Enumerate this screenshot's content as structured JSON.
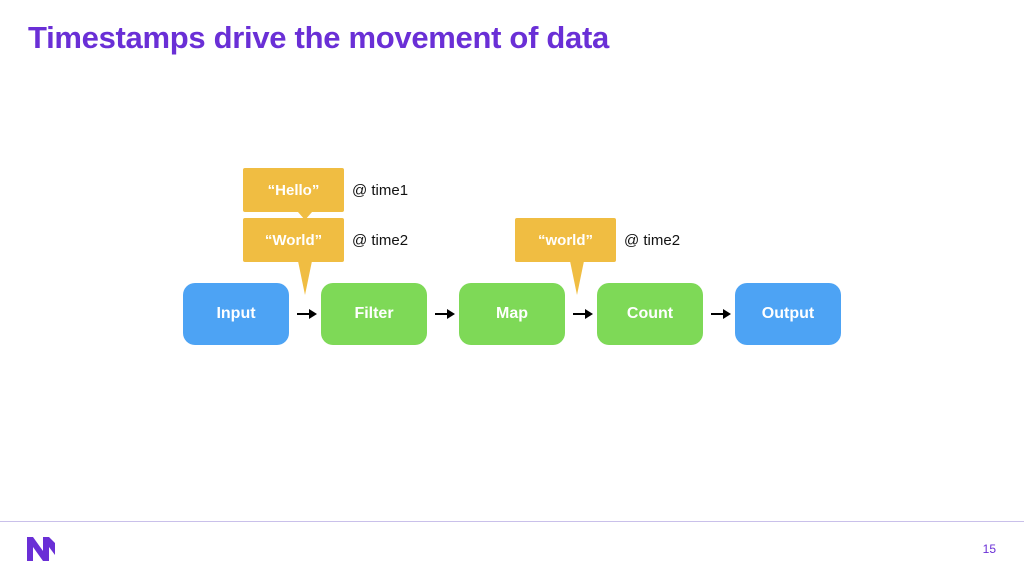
{
  "slide": {
    "title": "Timestamps drive the movement of data",
    "page_number": "15"
  },
  "pipeline": {
    "nodes": [
      {
        "label": "Input",
        "color": "#4da3f4"
      },
      {
        "label": "Filter",
        "color": "#7ed957"
      },
      {
        "label": "Map",
        "color": "#7ed957"
      },
      {
        "label": "Count",
        "color": "#7ed957"
      },
      {
        "label": "Output",
        "color": "#4da3f4"
      }
    ]
  },
  "messages": [
    {
      "text": "“Hello”",
      "timestamp": "@ time1"
    },
    {
      "text": "“World”",
      "timestamp": "@ time2"
    },
    {
      "text": "“world”",
      "timestamp": "@ time2"
    }
  ],
  "colors": {
    "title": "#6a2fd6",
    "bubble": "#f0bd42",
    "logo": "#6a2fd6"
  },
  "icons": {
    "logo": "brand-logo-icon"
  }
}
